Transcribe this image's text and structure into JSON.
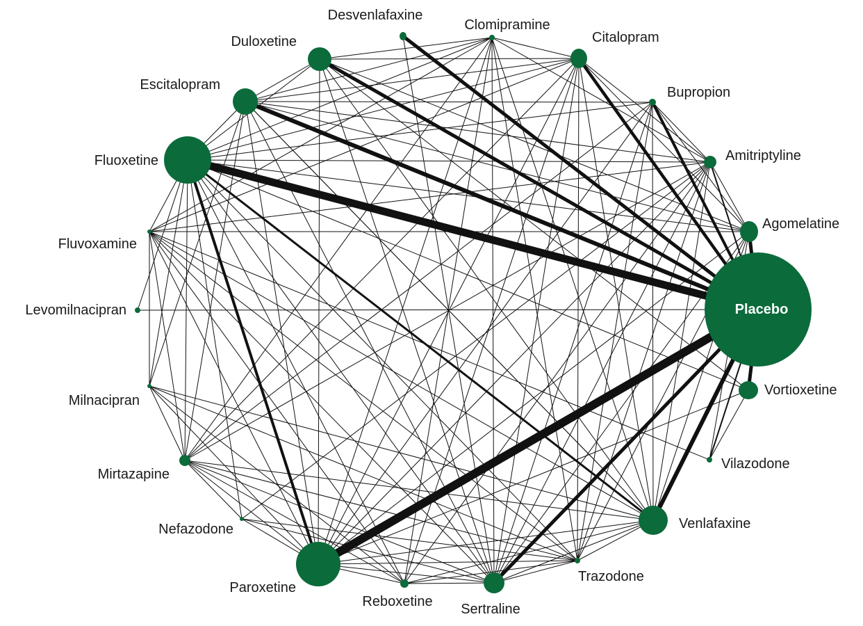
{
  "diagram": {
    "type": "network-meta-analysis",
    "colors": {
      "node": "#0b6b3a",
      "edge": "#111111",
      "label": "#1a1a1a",
      "center_label": "#ffffff",
      "background": "#ffffff"
    },
    "nodes": [
      {
        "id": "desvenlafaxine",
        "label": "Desvenlafaxine"
      },
      {
        "id": "clomipramine",
        "label": "Clomipramine"
      },
      {
        "id": "citalopram",
        "label": "Citalopram"
      },
      {
        "id": "bupropion",
        "label": "Bupropion"
      },
      {
        "id": "amitriptyline",
        "label": "Amitriptyline"
      },
      {
        "id": "agomelatine",
        "label": "Agomelatine"
      },
      {
        "id": "placebo",
        "label": "Placebo"
      },
      {
        "id": "vortioxetine",
        "label": "Vortioxetine"
      },
      {
        "id": "vilazodone",
        "label": "Vilazodone"
      },
      {
        "id": "venlafaxine",
        "label": "Venlafaxine"
      },
      {
        "id": "trazodone",
        "label": "Trazodone"
      },
      {
        "id": "sertraline",
        "label": "Sertraline"
      },
      {
        "id": "reboxetine",
        "label": "Reboxetine"
      },
      {
        "id": "paroxetine",
        "label": "Paroxetine"
      },
      {
        "id": "nefazodone",
        "label": "Nefazodone"
      },
      {
        "id": "mirtazapine",
        "label": "Mirtazapine"
      },
      {
        "id": "milnacipran",
        "label": "Milnacipran"
      },
      {
        "id": "levomilnacipran",
        "label": "Levomilnacipran"
      },
      {
        "id": "fluvoxamine",
        "label": "Fluvoxamine"
      },
      {
        "id": "fluoxetine",
        "label": "Fluoxetine"
      },
      {
        "id": "escitalopram",
        "label": "Escitalopram"
      },
      {
        "id": "duloxetine",
        "label": "Duloxetine"
      }
    ]
  }
}
